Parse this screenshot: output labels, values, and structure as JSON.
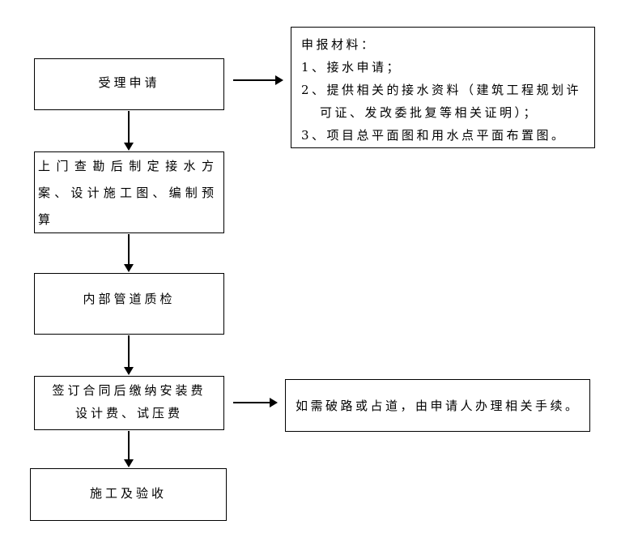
{
  "page": {
    "background": "#ffffff",
    "line_color": "#000000",
    "text_color": "#000000"
  },
  "flowchart": {
    "steps": [
      {
        "id": "accept",
        "label": "受理申请"
      },
      {
        "id": "survey",
        "lines": [
          "上门查勘后制定接水方",
          "案、设计施工图、编制预",
          "算"
        ]
      },
      {
        "id": "inspect",
        "label": "内部管道质检"
      },
      {
        "id": "contract",
        "lines": [
          "签订合同后缴纳安装费",
          "设计费、试压费"
        ]
      },
      {
        "id": "construct",
        "label": "施工及验收"
      }
    ],
    "annotations": [
      {
        "id": "materials",
        "lines": [
          "申报材料：",
          "1、接水申请；",
          "2、提供相关的接水资料（建筑工程规划许",
          "可证、发改委批复等相关证明）；",
          "3、项目总平面图和用水点平面布置图。"
        ]
      },
      {
        "id": "road",
        "label": "如需破路或占道，由申请人办理相关手续。"
      }
    ]
  }
}
